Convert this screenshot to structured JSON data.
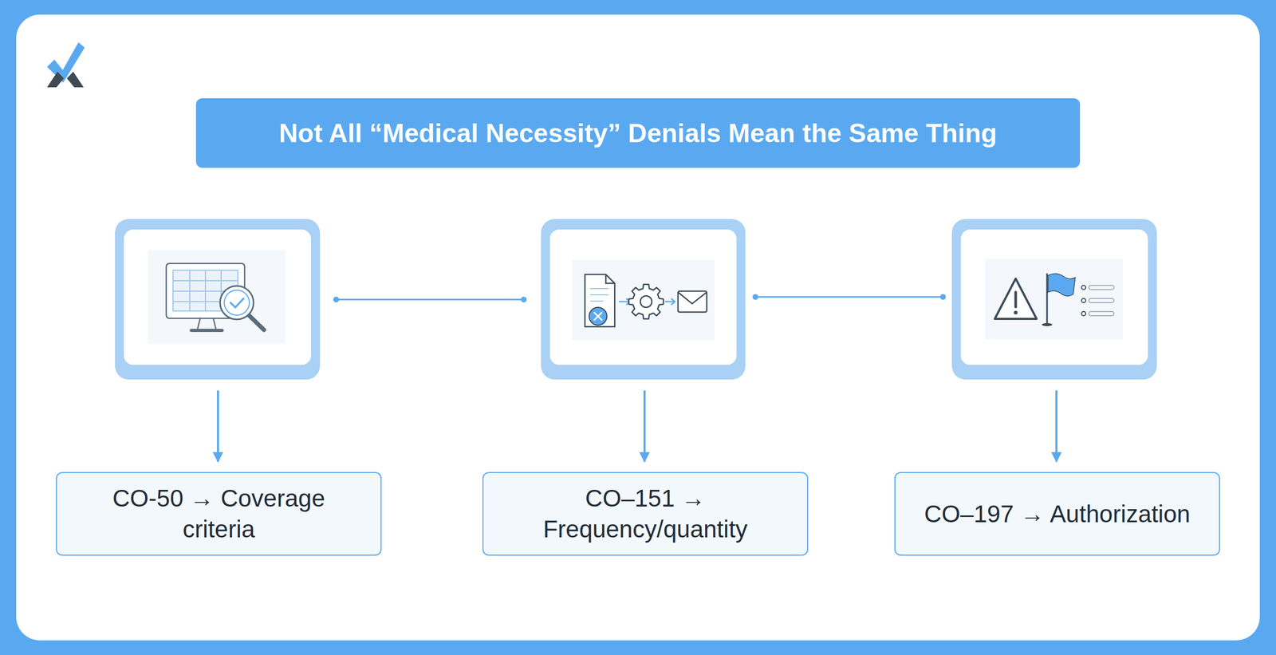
{
  "diagram": {
    "title": "Not All “Medical Necessity” Denials Mean the Same Thing",
    "nodes": [
      {
        "text": [
          "CO-50 → Coverage criteria"
        ]
      },
      {
        "text": [
          "CO–151 → Frequency/quantity"
        ]
      },
      {
        "text": [
          "CO–197 → Authorization"
        ]
      }
    ]
  }
}
